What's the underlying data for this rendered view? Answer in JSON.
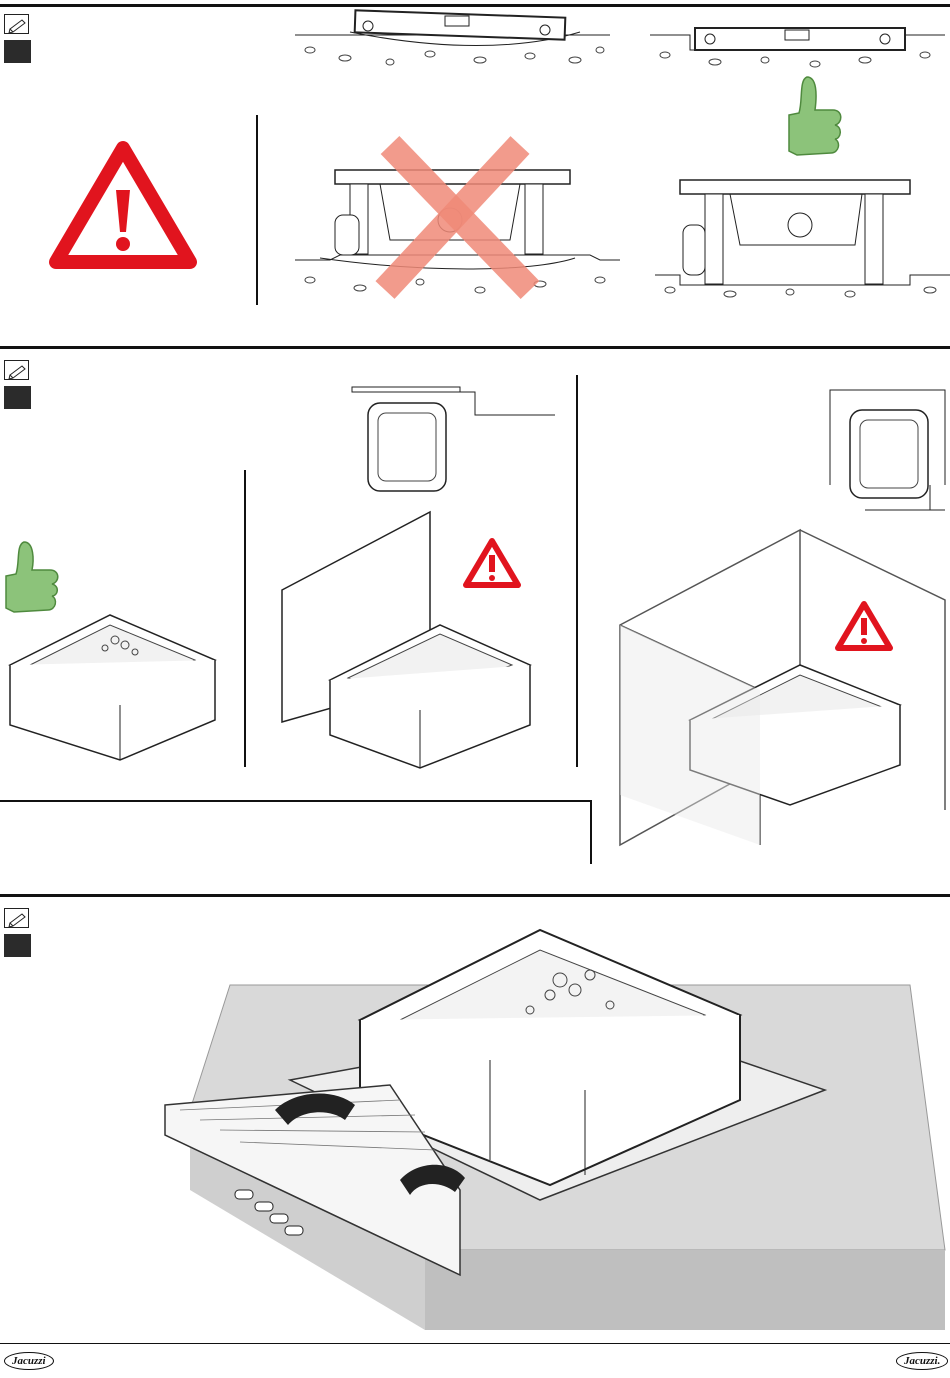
{
  "colors": {
    "rule": "#111111",
    "warning_red": "#e1141e",
    "cross_red": "#f08a78",
    "thumb_green": "#8cc37a",
    "floor_gray": "#d9d9d9",
    "wall_gray": "#bfbfbf"
  },
  "sections": [
    {
      "name": "leveling",
      "icons": [
        "pencil-icon",
        "step-marker"
      ]
    },
    {
      "name": "clearance",
      "icons": [
        "pencil-icon",
        "step-marker"
      ]
    },
    {
      "name": "platform",
      "icons": [
        "pencil-icon",
        "step-marker"
      ]
    }
  ],
  "footer": {
    "logo_left": "Jacuzzi",
    "logo_right": "Jacuzzi."
  }
}
